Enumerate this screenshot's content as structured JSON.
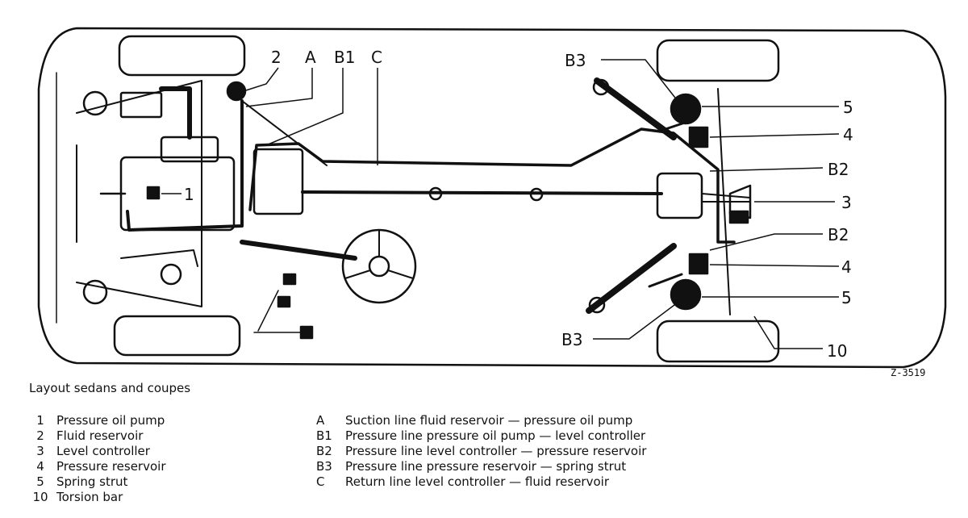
{
  "callouts": {
    "c2": "2",
    "cA": "A",
    "cB1": "B1",
    "cC": "C",
    "cB3_top": "B3",
    "c5_top": "5",
    "c4_top": "4",
    "cB2_top": "B2",
    "c3": "3",
    "cB2_bottom": "B2",
    "c4_bottom": "4",
    "c5_bottom": "5",
    "cB3_bottom": "B3",
    "c10": "10",
    "c1": "1"
  },
  "figure_id": "Z-3519",
  "caption": "Layout sedans and coupes",
  "legend_numbers": [
    {
      "key": "1",
      "label": "Pressure oil pump"
    },
    {
      "key": "2",
      "label": "Fluid reservoir"
    },
    {
      "key": "3",
      "label": "Level controller"
    },
    {
      "key": "4",
      "label": "Pressure reservoir"
    },
    {
      "key": "5",
      "label": "Spring strut"
    },
    {
      "key": "10",
      "label": "Torsion bar"
    }
  ],
  "legend_lines": [
    {
      "key": "A",
      "label": "Suction line fluid reservoir — pressure oil pump"
    },
    {
      "key": "B1",
      "label": "Pressure line pressure oil pump — level controller"
    },
    {
      "key": "B2",
      "label": "Pressure line level controller — pressure reservoir"
    },
    {
      "key": "B3",
      "label": "Pressure line pressure reservoir — spring strut"
    },
    {
      "key": "C",
      "label": "Return line level controller — fluid reservoir"
    }
  ]
}
